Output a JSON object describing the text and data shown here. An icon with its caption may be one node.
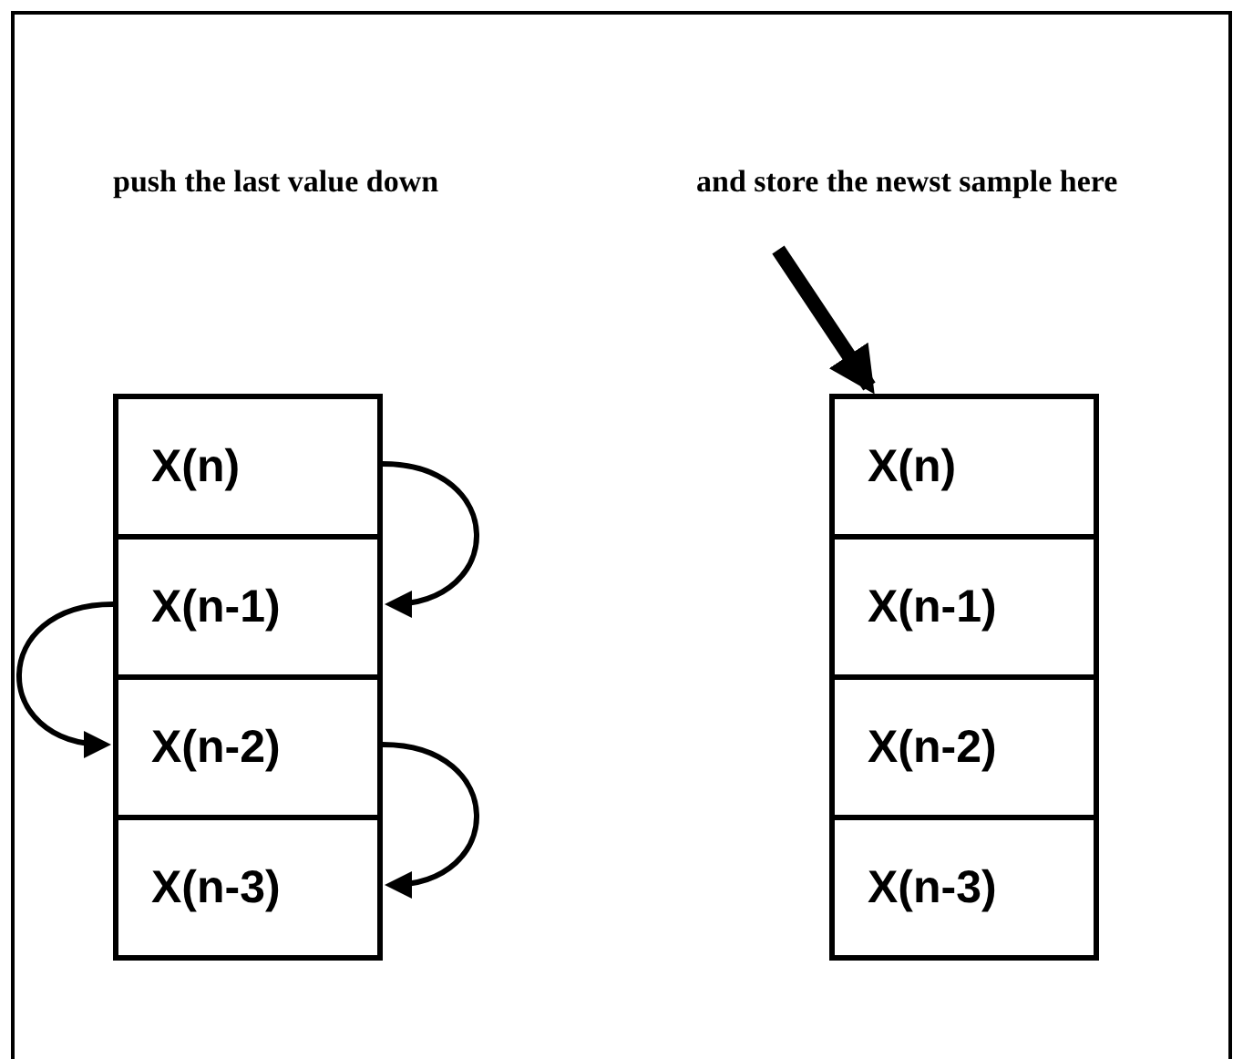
{
  "diagram": {
    "nodes": [
      {
        "text": [
          "and store the newst sample here"
        ]
      },
      {
        "text": [
          "X(n)"
        ]
      },
      {
        "text": [
          "X(n-1)"
        ]
      },
      {
        "text": [
          "X(n-2)"
        ]
      },
      {
        "text": [
          "X(n-3)"
        ]
      },
      {
        "text": [
          "X(n)"
        ]
      },
      {
        "text": [
          "X(n-1)"
        ]
      },
      {
        "text": [
          "X(n-2)"
        ]
      },
      {
        "text": [
          "X(n-3)"
        ]
      }
    ],
    "edges": [
      {
        "from": 1,
        "to": 2,
        "arrow": "to"
      },
      {
        "from": 2,
        "to": 3,
        "arrow": "to"
      },
      {
        "from": 3,
        "to": 4,
        "arrow": "to"
      },
      {
        "from": 0,
        "to": 5,
        "arrow": "to",
        "style": "thick"
      }
    ],
    "labels": [
      "push the last value down"
    ]
  }
}
